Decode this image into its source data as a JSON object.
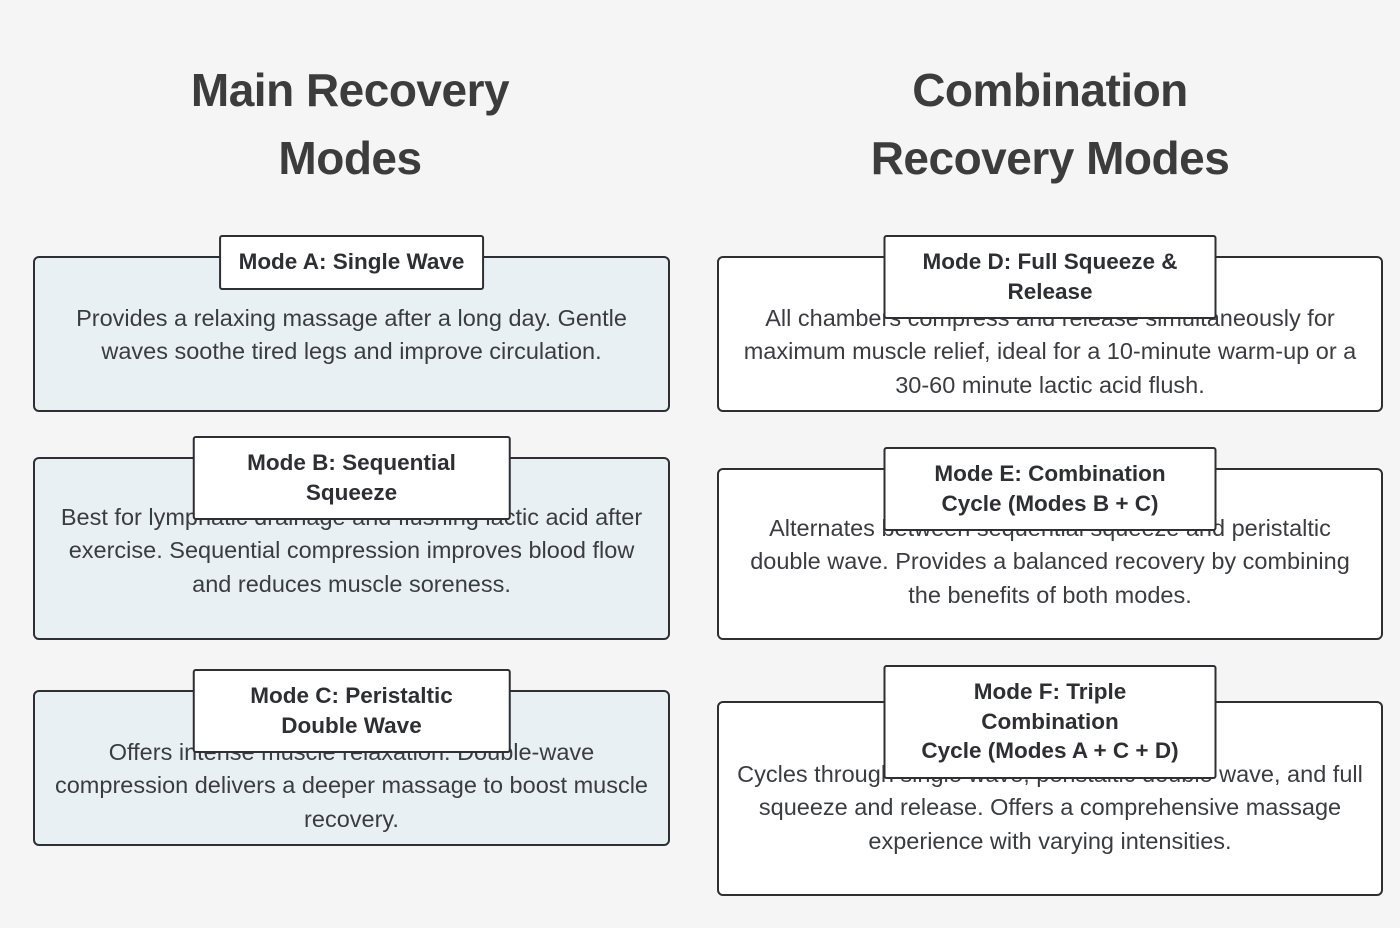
{
  "page": {
    "background_color": "#f5f5f5",
    "text_color": "#3a3c40",
    "border_color": "#2d2f33",
    "filled_card_color": "#e9f0f3",
    "plain_card_color": "#ffffff"
  },
  "columns": [
    {
      "id": "main-recovery-modes",
      "title": "Main Recovery\nModes",
      "cards": [
        {
          "id": "mode-a",
          "title": "Mode A: Single Wave",
          "body": "Provides a relaxing massage after a long day. Gentle waves soothe tired legs and improve circulation."
        },
        {
          "id": "mode-b",
          "title": "Mode B: Sequential Squeeze",
          "body": "Best for lymphatic drainage and flushing lactic acid after exercise. Sequential compression improves blood flow and reduces muscle soreness."
        },
        {
          "id": "mode-c",
          "title": "Mode C: Peristaltic Double Wave",
          "body": "Offers intense muscle relaxation. Double-wave compression delivers a deeper massage to boost muscle recovery."
        }
      ]
    },
    {
      "id": "combination-recovery-modes",
      "title": "Combination\nRecovery Modes",
      "cards": [
        {
          "id": "mode-d",
          "title": "Mode D: Full Squeeze & Release",
          "body": "All chambers compress and release simultaneously for maximum muscle relief, ideal for a 10-minute warm-up or a 30-60 minute lactic acid flush."
        },
        {
          "id": "mode-e",
          "title": "Mode E: Combination Cycle (Modes B + C)",
          "body": "Alternates between sequential squeeze and peristaltic double wave. Provides a balanced recovery by combining the benefits of both modes."
        },
        {
          "id": "mode-f",
          "title": "Mode F: Triple Combination\nCycle (Modes A + C + D)",
          "body": "Cycles through single wave, peristaltic double wave, and full squeeze and release. Offers a comprehensive massage experience with varying intensities."
        }
      ]
    }
  ]
}
